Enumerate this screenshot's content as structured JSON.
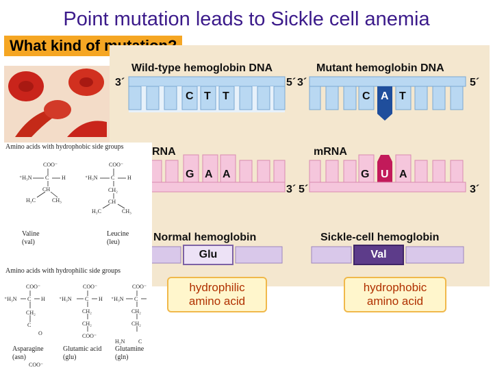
{
  "slide": {
    "title": "Point mutation leads to Sickle cell anemia",
    "question": "What kind of mutation?"
  },
  "figure": {
    "wild_dna_title": "Wild-type hemoglobin DNA",
    "mutant_dna_title": "Mutant hemoglobin DNA",
    "three_prime": "3´",
    "five_prime": "5´",
    "wild_codon": [
      "C",
      "T",
      "T"
    ],
    "mutant_codon": [
      "C",
      "A",
      "T"
    ],
    "mrna_label": "mRNA",
    "mrna_label_left": "RNA",
    "wild_mrna_codon": [
      "G",
      "A",
      "A"
    ],
    "mutant_mrna_codon": [
      "G",
      "U",
      "A"
    ],
    "normal_protein_title": "Normal hemoglobin",
    "sickle_protein_title": "Sickle-cell hemoglobin",
    "normal_residue": "Glu",
    "sickle_residue": "Val",
    "colors": {
      "background": "#f4e7cf",
      "dna_strand": "#b9d8f2",
      "mrna_strand": "#f5c6dc",
      "protein": "#d9c8ea",
      "mutant_dna_base": "#1f4e9c",
      "mutant_rna_base": "#c21a5a",
      "protein_highlight": "#5d3c8a"
    }
  },
  "callouts": {
    "left": [
      "hydrophilic",
      "amino acid"
    ],
    "right": [
      "hydrophobic",
      "amino acid"
    ]
  },
  "chemistry": {
    "hydrophobic_heading": "Amino acids with hydrophobic side groups",
    "hydrophilic_heading": "Amino acids with hydrophilic side groups",
    "valine": [
      "Valine",
      "(val)"
    ],
    "leucine": [
      "Leucine",
      "(leu)"
    ],
    "asparagine": [
      "Asparagine",
      "(asn)"
    ],
    "glutamic": [
      "Glutamic acid",
      "(glu)"
    ],
    "glutamine": [
      "Glutamine",
      "(gln)"
    ],
    "atoms": {
      "coo": "COO⁻",
      "h3n": "⁺H₃N",
      "c": "C",
      "h": "H",
      "ch": "CH",
      "ch2": "CH₂",
      "h3c": "H₃C",
      "ch3": "CH₃",
      "o": "O",
      "h2n": "H₂N"
    }
  }
}
